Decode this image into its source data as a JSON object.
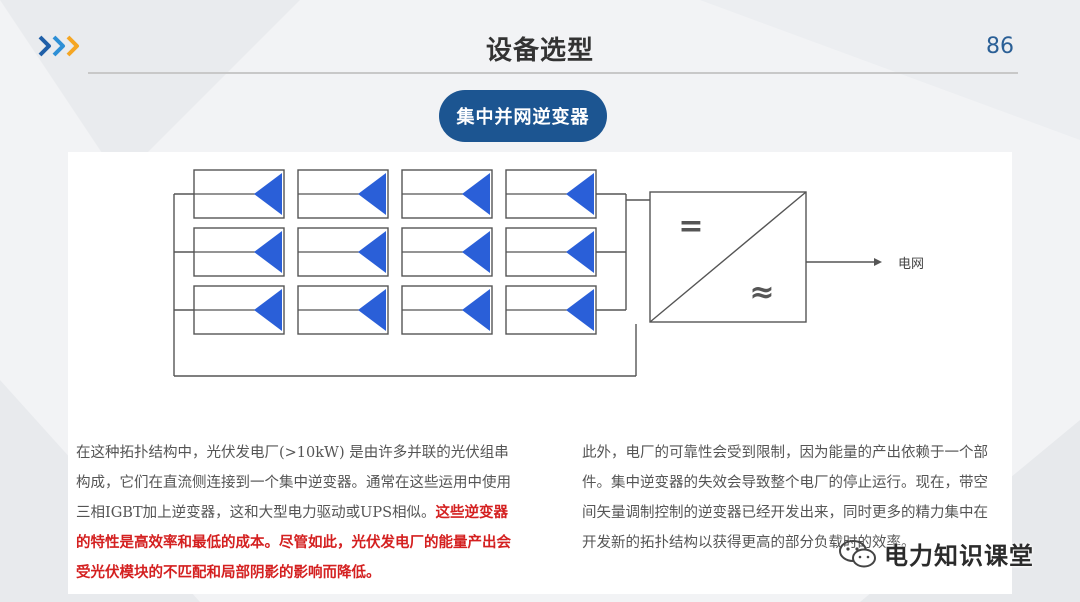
{
  "header": {
    "title": "设备选型",
    "page_number": "86",
    "accent_colors": [
      "#1f5fa8",
      "#2d8fd6",
      "#f5a623"
    ]
  },
  "section_label": "集中并网逆变器",
  "diagram": {
    "dc_symbol": "=",
    "ac_symbol": "≈",
    "output_label": "电网",
    "module_color": "#2a5fd8",
    "module_count": 12
  },
  "text": {
    "left_normal": "在这种拓扑结构中，光伏发电厂(>10kW) 是由许多并联的光伏组串构成，它们在直流侧连接到一个集中逆变器。通常在这些运用中使用三相IGBT加上逆变器，这和大型电力驱动或UPS相似。",
    "left_highlight": "这些逆变器的特性是高效率和最低的成本。尽管如此，光伏发电厂的能量产出会受光伏模块的不匹配和局部阴影的影响而降低。",
    "right": "此外，电厂的可靠性会受到限制，因为能量的产出依赖于一个部件。集中逆变器的失效会导致整个电厂的停止运行。现在，带空间矢量调制控制的逆变器已经开发出来，同时更多的精力集中在开发新的拓扑结构以获得更高的部分负载时的效率。"
  },
  "watermark": {
    "icon": "wechat-icon",
    "text": "电力知识课堂"
  }
}
